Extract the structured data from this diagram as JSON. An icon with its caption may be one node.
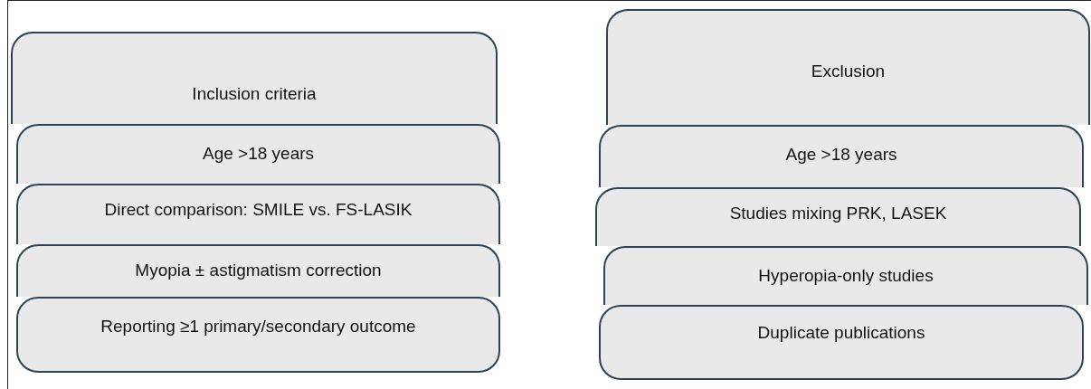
{
  "diagram": {
    "nodes": [
      {
        "text": [
          "Inclusion criteria"
        ]
      },
      {
        "text": [
          "Age >18 years"
        ]
      },
      {
        "text": [
          "Direct comparison: SMILE vs. FS-LASIK"
        ]
      },
      {
        "text": [
          "Myopia ± astigmatism correction"
        ]
      },
      {
        "text": [
          "Reporting ≥1 primary/secondary outcome"
        ]
      },
      {
        "text": [
          "Exclusion"
        ]
      },
      {
        "text": [
          "Age >18 years"
        ]
      },
      {
        "text": [
          "Studies mixing PRK, LASEK"
        ]
      },
      {
        "text": [
          "Hyperopia-only studies"
        ]
      },
      {
        "text": [
          "Duplicate publications"
        ]
      }
    ],
    "edges": []
  }
}
